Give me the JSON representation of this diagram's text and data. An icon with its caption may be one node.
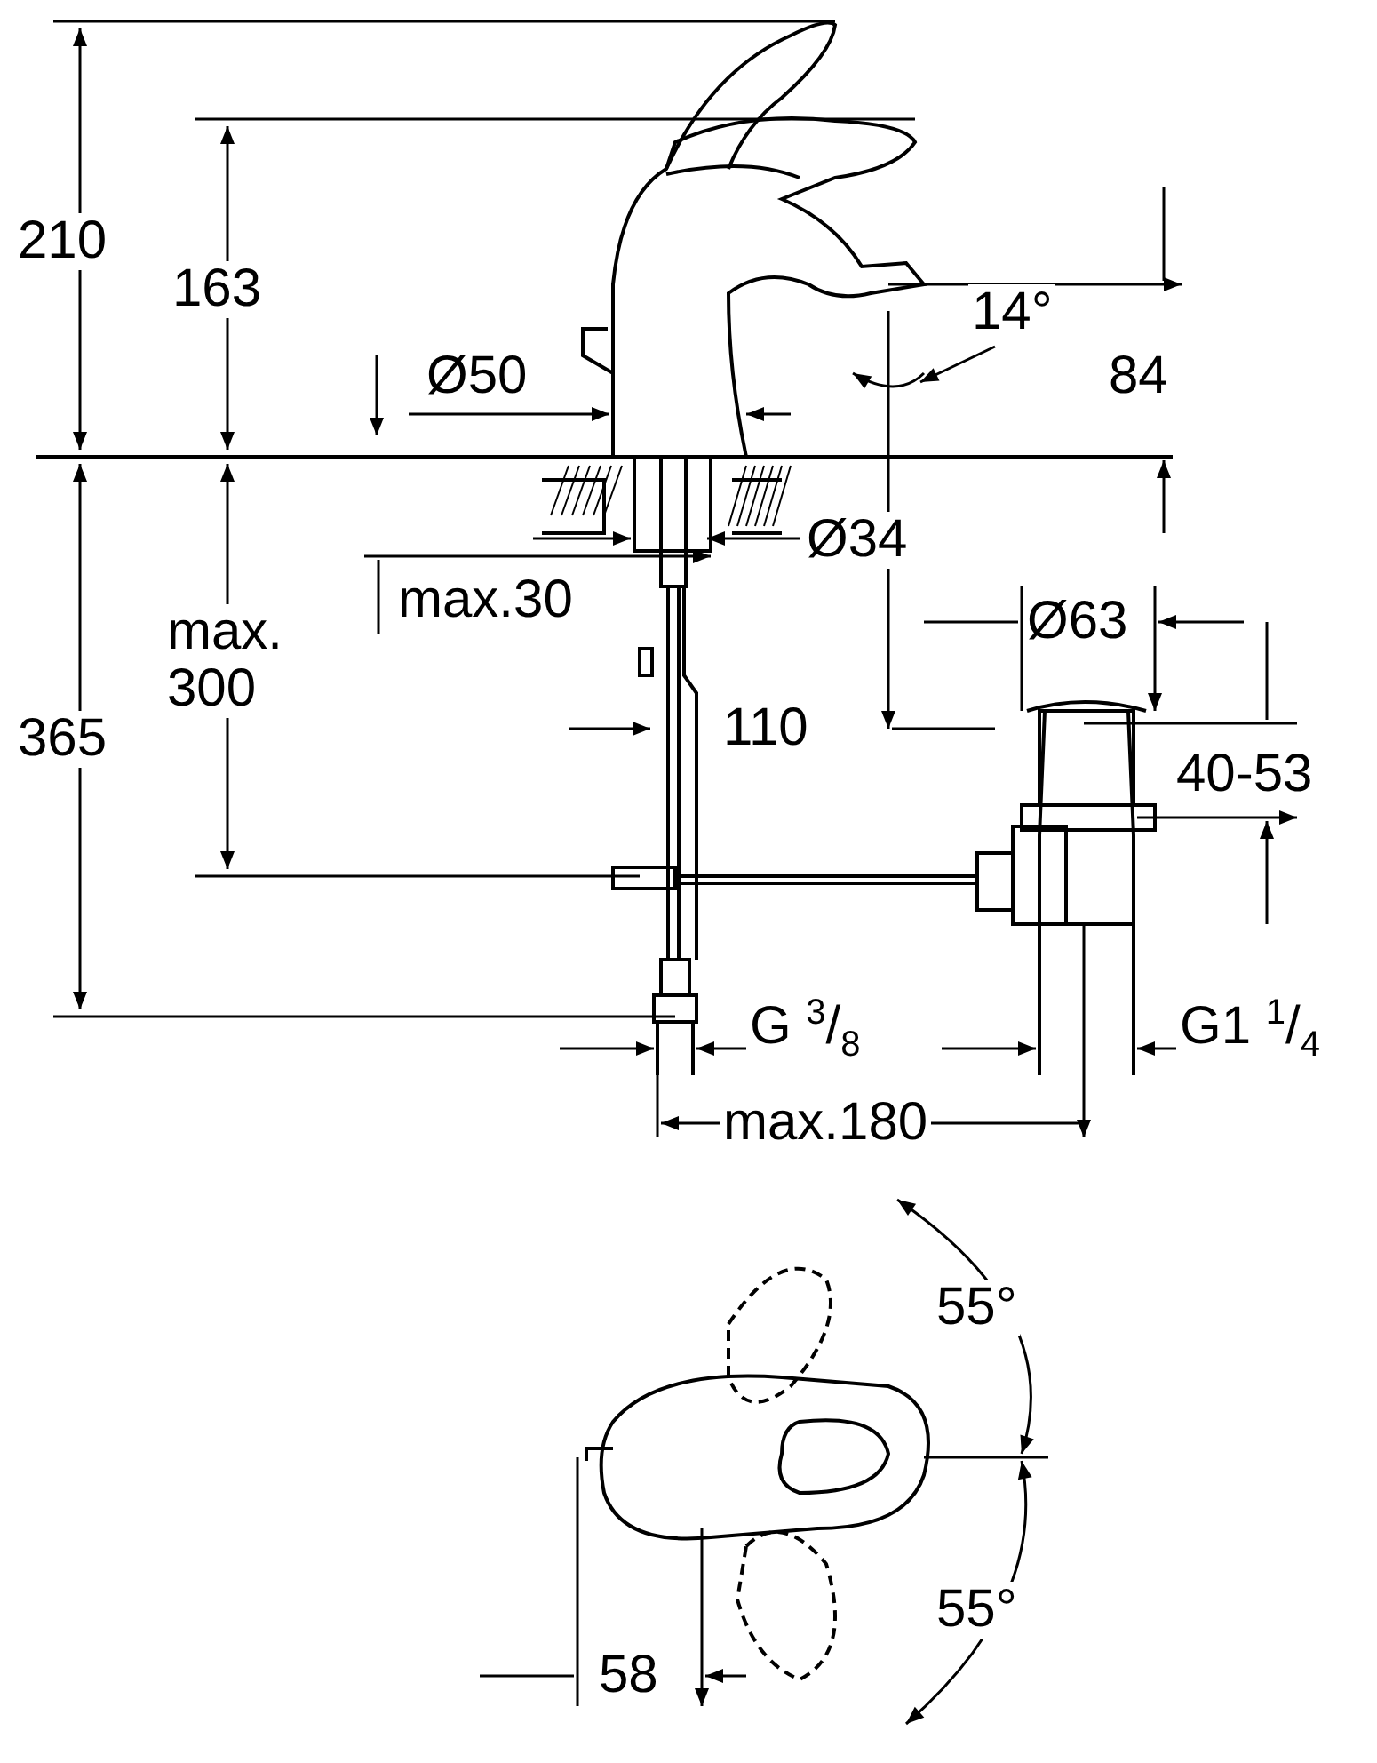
{
  "diagram": {
    "labels": [
      "210",
      "163",
      "Ø50",
      "14°",
      "84",
      "Ø34",
      "max.30",
      "max. 300",
      "365",
      "110",
      "Ø63",
      "40-53",
      "G $^{3}$/$_{8}$",
      "G1 $^{1}$/$_{4}$",
      "max.180",
      "55°",
      "55°",
      "58"
    ]
  }
}
